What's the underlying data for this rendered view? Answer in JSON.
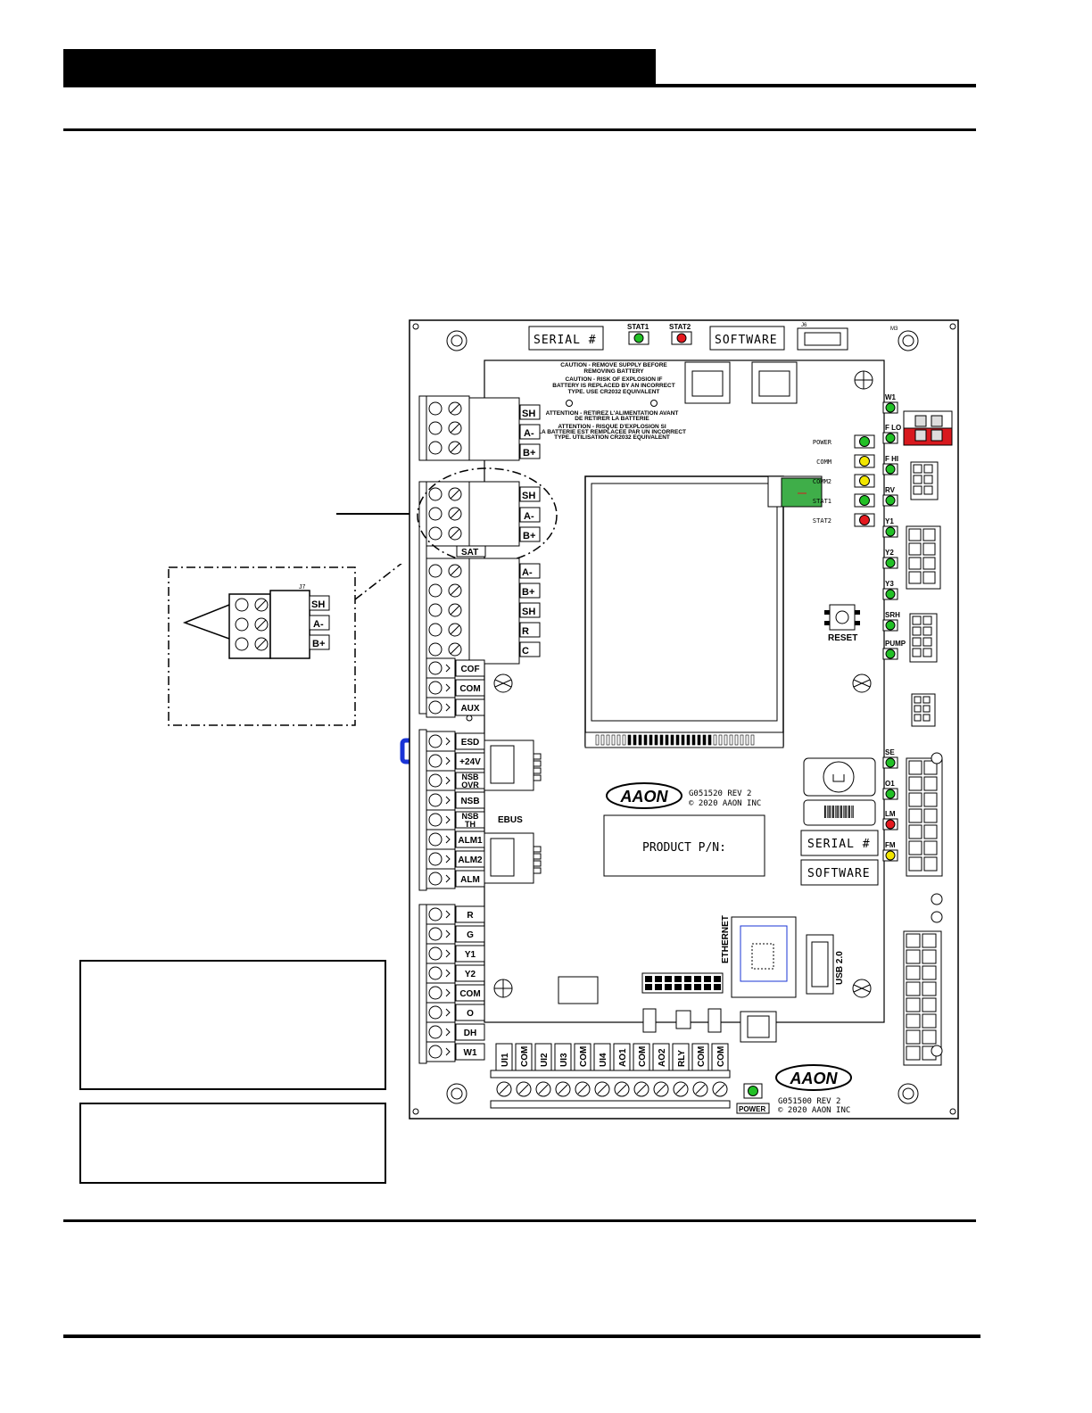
{
  "board": {
    "top_labels": {
      "serial": "SERIAL #",
      "stat1": "STAT1",
      "stat2": "STAT2",
      "software": "SOFTWARE",
      "j6": "J6",
      "m3": "M3"
    },
    "caution_en": [
      "CAUTION - REMOVE SUPPLY BEFORE",
      "REMOVING BATTERY",
      "CAUTION - RISK OF EXPLOSION IF",
      "BATTERY IS REPLACED BY AN INCORRECT",
      "TYPE. USE CR2032 EQUIVALENT"
    ],
    "caution_fr": [
      "ATTENTION - RETIREZ L'ALIMENTATION AVANT",
      "DE RETIRER LA BATTERIE",
      "ATTENTION - RISQUE D'EXPLOSION SI",
      "LA BATTERIE EST REMPLACEE PAR UN INCORRECT",
      "TYPE. UTILISATION CR2032 EQUIVALENT"
    ],
    "j5_terminals": [
      "SH",
      "A-",
      "B+"
    ],
    "j7_terminals": [
      "SH",
      "A-",
      "B+"
    ],
    "sat_label": "SAT",
    "j8_terminals": [
      "A-",
      "B+",
      "SH",
      "R",
      "C"
    ],
    "cof_terminals": [
      "COF",
      "COM",
      "AUX"
    ],
    "m3_terminals": [
      "ESD",
      "+24V",
      "NSB OVR",
      "NSB",
      "NSB TH",
      "ALM1",
      "ALM2",
      "ALM"
    ],
    "ebus_label": "EBUS",
    "m12_terminals": [
      "R",
      "G",
      "Y1",
      "Y2",
      "COM",
      "O",
      "DH",
      "W1"
    ],
    "bottom_terminals": [
      "UI1",
      "COM",
      "UI2",
      "UI3",
      "COM",
      "UI4",
      "AO1",
      "COM",
      "AO2",
      "RLY",
      "COM",
      "COM"
    ],
    "status_leds": [
      "POWER",
      "COMM",
      "COMM2",
      "STAT1",
      "STAT2"
    ],
    "reset_label": "RESET",
    "right_leds": [
      "W1",
      "F LO",
      "F HI",
      "RV",
      "Y1",
      "Y2",
      "Y3",
      "SRH",
      "PUMP",
      "SE",
      "O1",
      "LM",
      "FM"
    ],
    "logo": "AAON",
    "part_main": "G051520 REV 2",
    "copy_main": "© 2020 AAON INC",
    "product_pn": "PRODUCT P/N:",
    "serial_lower": "SERIAL #",
    "software_lower": "SOFTWARE",
    "ethernet": "ETHERNET",
    "usb": "USB 2.0",
    "power_label": "POWER",
    "part_bottom": "G051500 REV 2",
    "copy_bottom": "© 2020 AAON INC"
  },
  "detail": {
    "connector_label": "J7",
    "terminals": [
      "SH",
      "A-",
      "B+"
    ]
  },
  "colors": {
    "led_green": "#22c026",
    "led_yellow": "#f2e600",
    "led_red": "#e5191f",
    "jumper_blue": "#1a34d6",
    "display_green": "#3fae49",
    "fuse_red": "#d8191e"
  }
}
